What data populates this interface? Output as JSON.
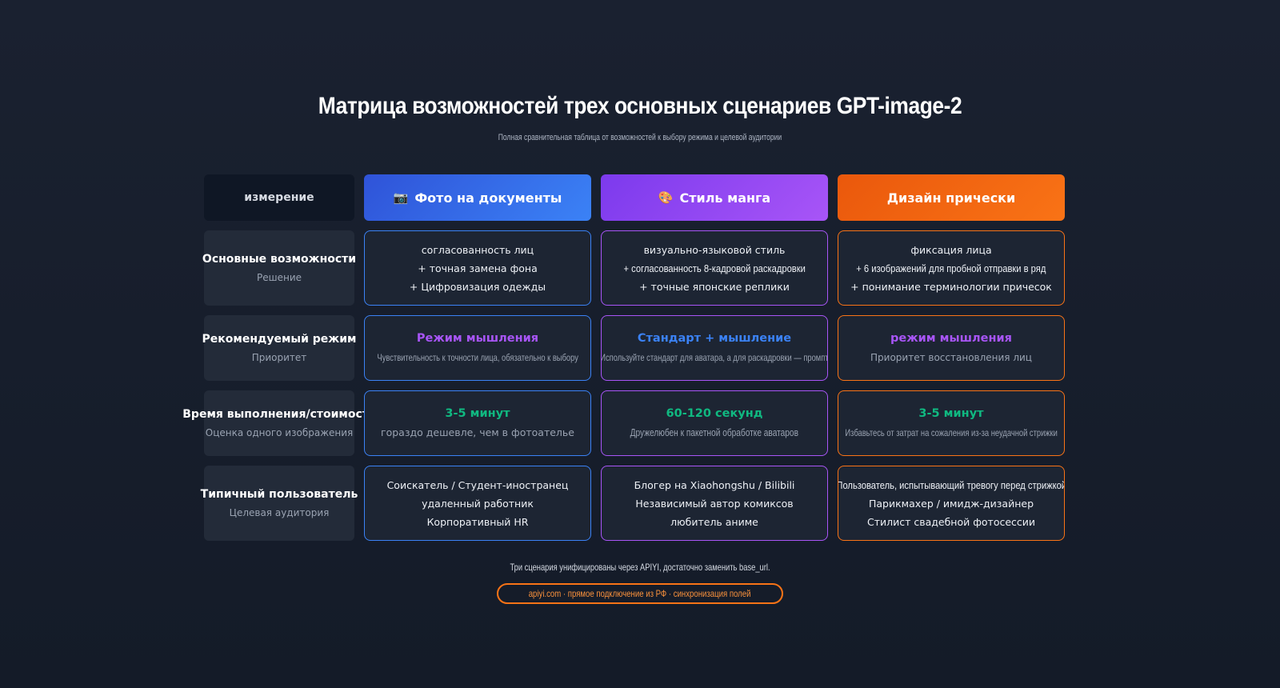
{
  "title": "Матрица возможностей трех основных сценариев GPT-image-2",
  "subtitle": "Полная сравнительная таблица от возможностей к выбору режима и целевой аудитории",
  "colors": {
    "blue": "#3b82f6",
    "purple": "#a855f7",
    "orange": "#f97316",
    "green": "#10b981",
    "violet_text": "#a855f7",
    "blue_text": "#3b82f6"
  },
  "header": {
    "dimension": "измерение",
    "columns": [
      {
        "icon": "📷",
        "icon_name": "camera-icon",
        "label": "Фото на документы"
      },
      {
        "icon": "🎨",
        "icon_name": "palette-icon",
        "label": "Стиль манга"
      },
      {
        "icon": "",
        "icon_name": "",
        "label": "Дизайн прически"
      }
    ]
  },
  "rows": [
    {
      "label": "Основные возможности",
      "sublabel": "Решение",
      "cells": [
        [
          "согласованность лиц",
          "+ точная замена фона",
          "+ Цифровизация одежды"
        ],
        [
          "визуально-языковой стиль",
          "+ согласованность 8-кадровой раскадровки",
          "+ точные японские реплики"
        ],
        [
          "фиксация лица",
          "+ 6 изображений для пробной отправки в ряд",
          "+ понимание терминологии причесок"
        ]
      ]
    },
    {
      "label": "Рекомендуемый режим",
      "sublabel": "Приоритет",
      "cells": [
        {
          "highlight": "Режим мышления",
          "note": "Чувствительность к точности лица, обязательно к выбору"
        },
        {
          "highlight": "Стандарт + мышление",
          "note": "Используйте стандарт для аватара, а для раскадровки — промпт"
        },
        {
          "highlight": "режим мышления",
          "note": "Приоритет восстановления лиц"
        }
      ]
    },
    {
      "label": "Время выполнения/стоимость",
      "sublabel": "Оценка одного изображения",
      "cells": [
        {
          "highlight": "3-5 минут",
          "note": "гораздо дешевле, чем в фотоателье"
        },
        {
          "highlight": "60-120 секунд",
          "note": "Дружелюбен к пакетной обработке аватаров"
        },
        {
          "highlight": "3-5 минут",
          "note": "Избавьтесь от затрат на сожаления из-за неудачной стрижки"
        }
      ]
    },
    {
      "label": "Типичный пользователь",
      "sublabel": "Целевая аудитория",
      "cells": [
        [
          "Соискатель / Студент-иностранец",
          "удаленный работник",
          "Корпоративный HR"
        ],
        [
          "Блогер на Xiaohongshu / Bilibili",
          "Независимый автор комиксов",
          "любитель аниме"
        ],
        [
          "Пользователь, испытывающий тревогу перед стрижкой",
          "Парикмахер / имидж-дизайнер",
          "Стилист свадебной фотосессии"
        ]
      ]
    }
  ],
  "footer": {
    "note": "Три сценария унифицированы через APIYI, достаточно заменить base_url.",
    "pill": "apiyi.com · прямое подключение из РФ · синхронизация полей"
  }
}
